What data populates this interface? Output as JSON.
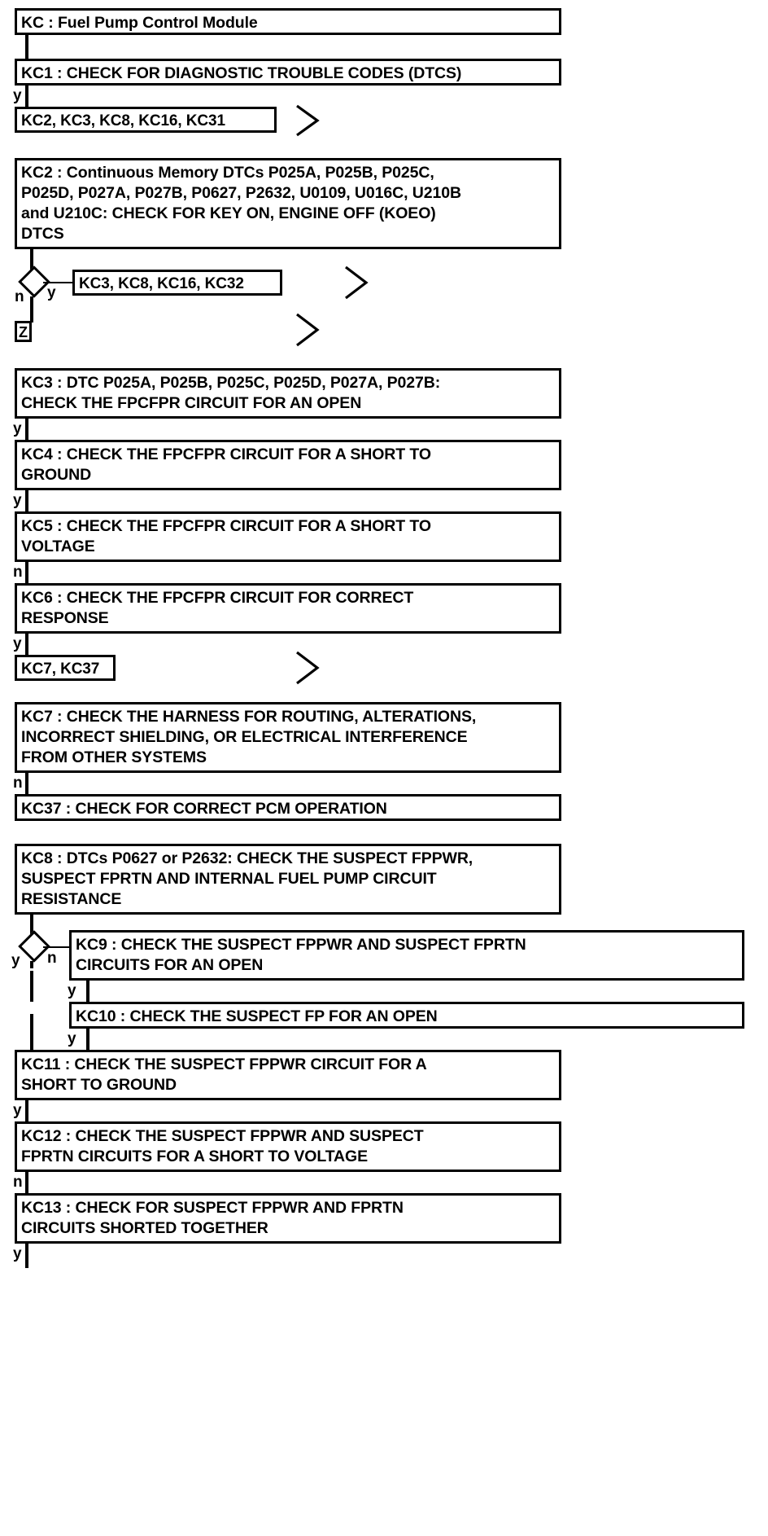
{
  "diagram": {
    "title": "KC : Fuel Pump Control Module",
    "type": "flowchart",
    "nodes": {
      "kc_root": {
        "id": "KC",
        "label": "KC : Fuel Pump Control Module"
      },
      "kc1": {
        "id": "KC1",
        "label": "KC1 : CHECK FOR DIAGNOSTIC TROUBLE CODES (DTCS)"
      },
      "ref1": {
        "id": "REF1",
        "label": "KC2, KC3, KC8, KC16, KC31"
      },
      "kc2": {
        "id": "KC2",
        "label": "KC2 : Continuous Memory DTCs P025A, P025B, P025C,\nP025D, P027A, P027B, P0627, P2632, U0109, U016C, U210B\nand U210C: CHECK FOR KEY ON, ENGINE OFF (KOEO)\nDTCS"
      },
      "ref2": {
        "id": "REF2",
        "label": "KC3, KC8, KC16, KC32"
      },
      "refz": {
        "id": "REFZ",
        "label": "Z"
      },
      "kc3": {
        "id": "KC3",
        "label": "KC3 : DTC P025A, P025B, P025C, P025D, P027A, P027B:\nCHECK THE FPCFPR CIRCUIT FOR AN OPEN"
      },
      "kc4": {
        "id": "KC4",
        "label": "KC4 : CHECK THE FPCFPR CIRCUIT FOR A SHORT TO\nGROUND"
      },
      "kc5": {
        "id": "KC5",
        "label": "KC5 : CHECK THE FPCFPR CIRCUIT FOR A SHORT TO\nVOLTAGE"
      },
      "kc6": {
        "id": "KC6",
        "label": "KC6 : CHECK THE FPCFPR CIRCUIT FOR CORRECT\nRESPONSE"
      },
      "ref3": {
        "id": "REF3",
        "label": "KC7, KC37"
      },
      "kc7": {
        "id": "KC7",
        "label": "KC7 : CHECK THE HARNESS FOR ROUTING, ALTERATIONS,\nINCORRECT SHIELDING, OR ELECTRICAL INTERFERENCE\nFROM OTHER SYSTEMS"
      },
      "kc37": {
        "id": "KC37",
        "label": "KC37 : CHECK FOR CORRECT PCM OPERATION"
      },
      "kc8": {
        "id": "KC8",
        "label": "KC8 : DTCs P0627 or P2632: CHECK THE SUSPECT FPPWR,\nSUSPECT FPRTN AND INTERNAL FUEL PUMP CIRCUIT\nRESISTANCE"
      },
      "kc9": {
        "id": "KC9",
        "label": "KC9 : CHECK THE SUSPECT FPPWR AND SUSPECT FPRTN\nCIRCUITS FOR AN OPEN"
      },
      "kc10": {
        "id": "KC10",
        "label": "KC10 : CHECK THE SUSPECT FP FOR AN OPEN"
      },
      "kc11": {
        "id": "KC11",
        "label": "KC11 : CHECK THE SUSPECT FPPWR CIRCUIT FOR A\nSHORT TO GROUND"
      },
      "kc12": {
        "id": "KC12",
        "label": "KC12 : CHECK THE SUSPECT FPPWR AND SUSPECT\nFPRTN CIRCUITS FOR A SHORT TO VOLTAGE"
      },
      "kc13": {
        "id": "KC13",
        "label": "KC13 : CHECK FOR SUSPECT FPPWR AND FPRTN\nCIRCUITS SHORTED TOGETHER"
      }
    },
    "branch_labels": {
      "kc1_y": "y",
      "d1_n": "n",
      "d1_y": "y",
      "kc3_y": "y",
      "kc4_y": "y",
      "kc5_n": "n",
      "kc6_y": "y",
      "kc7_n": "n",
      "d2_y": "y",
      "d2_n": "n",
      "kc9_y": "y",
      "kc10_y": "y",
      "kc11_y": "y",
      "kc12_n": "n",
      "kc13_y": "y"
    },
    "icons": {
      "offpage_1": "offpage-chevron-icon",
      "offpage_2": "offpage-chevron-icon",
      "offpage_3": "offpage-chevron-icon",
      "offpage_4": "offpage-chevron-icon",
      "decision_1": "decision-diamond-icon",
      "decision_2": "decision-diamond-icon"
    },
    "colors": {
      "line": "#000000",
      "background": "#ffffff",
      "text": "#000000"
    }
  }
}
